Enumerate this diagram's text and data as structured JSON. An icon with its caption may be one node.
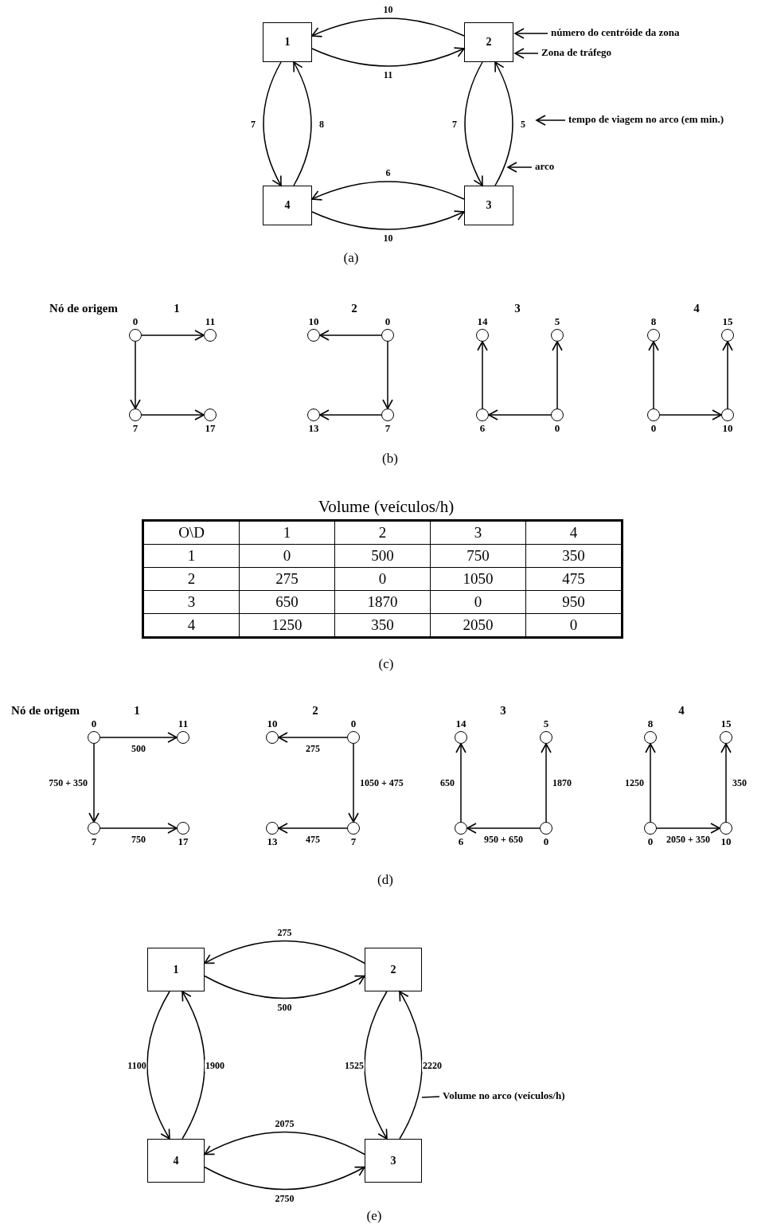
{
  "diagram": {
    "nodes": [
      {
        "text": [
          "1"
        ]
      },
      {
        "text": [
          "2"
        ]
      },
      {
        "text": [
          "3"
        ]
      },
      {
        "text": [
          "4"
        ]
      },
      {
        "text": [
          "número do centróide da zona"
        ]
      },
      {
        "text": [
          "Zona de tráfego"
        ]
      },
      {
        "text": [
          "tempo de viagem no arco (em min.)"
        ]
      },
      {
        "text": [
          "arco"
        ]
      },
      {
        "text": [],
        "shape": "circle",
        "beside": [
          "0"
        ]
      },
      {
        "text": [],
        "shape": "circle",
        "beside": [
          "11"
        ]
      },
      {
        "text": [],
        "shape": "circle",
        "beside": [
          "7"
        ]
      },
      {
        "text": [],
        "shape": "circle",
        "beside": [
          "17"
        ]
      },
      {
        "text": [],
        "shape": "circle",
        "beside": [
          "10"
        ]
      },
      {
        "text": [],
        "shape": "circle",
        "beside": [
          "0"
        ]
      },
      {
        "text": [],
        "shape": "circle",
        "beside": [
          "13"
        ]
      },
      {
        "text": [],
        "shape": "circle",
        "beside": [
          "7"
        ]
      },
      {
        "text": [],
        "shape": "circle",
        "beside": [
          "14"
        ]
      },
      {
        "text": [],
        "shape": "circle",
        "beside": [
          "5"
        ]
      },
      {
        "text": [],
        "shape": "circle",
        "beside": [
          "6"
        ]
      },
      {
        "text": [],
        "shape": "circle",
        "beside": [
          "0"
        ]
      },
      {
        "text": [],
        "shape": "circle",
        "beside": [
          "8"
        ]
      },
      {
        "text": [],
        "shape": "circle",
        "beside": [
          "15"
        ]
      },
      {
        "text": [],
        "shape": "circle",
        "beside": [
          "0"
        ]
      },
      {
        "text": [],
        "shape": "circle",
        "beside": [
          "10"
        ]
      },
      {
        "text": [],
        "shape": "circle",
        "beside": [
          "0"
        ]
      },
      {
        "text": [],
        "shape": "circle",
        "beside": [
          "11"
        ]
      },
      {
        "text": [],
        "shape": "circle",
        "beside": [
          "7"
        ]
      },
      {
        "text": [],
        "shape": "circle",
        "beside": [
          "17"
        ]
      },
      {
        "text": [],
        "shape": "circle",
        "beside": [
          "10"
        ]
      },
      {
        "text": [],
        "shape": "circle",
        "beside": [
          "0"
        ]
      },
      {
        "text": [],
        "shape": "circle",
        "beside": [
          "13"
        ]
      },
      {
        "text": [],
        "shape": "circle",
        "beside": [
          "7"
        ]
      },
      {
        "text": [],
        "shape": "circle",
        "beside": [
          "14"
        ]
      },
      {
        "text": [],
        "shape": "circle",
        "beside": [
          "5"
        ]
      },
      {
        "text": [],
        "shape": "circle",
        "beside": [
          "6"
        ]
      },
      {
        "text": [],
        "shape": "circle",
        "beside": [
          "0"
        ]
      },
      {
        "text": [],
        "shape": "circle",
        "beside": [
          "8"
        ]
      },
      {
        "text": [],
        "shape": "circle",
        "beside": [
          "15"
        ]
      },
      {
        "text": [],
        "shape": "circle",
        "beside": [
          "0"
        ]
      },
      {
        "text": [],
        "shape": "circle",
        "beside": [
          "10"
        ]
      },
      {
        "text": [
          "1"
        ]
      },
      {
        "text": [
          "2"
        ]
      },
      {
        "text": [
          "3"
        ]
      },
      {
        "text": [
          "4"
        ]
      },
      {
        "text": [
          "Volume no arco (veículos/h)"
        ]
      }
    ],
    "edges": [
      {
        "from": 1,
        "to": 0,
        "arrow": "to",
        "label": "10"
      },
      {
        "from": 0,
        "to": 1,
        "arrow": "to",
        "label": "11"
      },
      {
        "from": 0,
        "to": 3,
        "arrow": "to",
        "label": "7"
      },
      {
        "from": 3,
        "to": 0,
        "arrow": "to",
        "label": "8"
      },
      {
        "from": 1,
        "to": 2,
        "arrow": "to",
        "label": "7"
      },
      {
        "from": 2,
        "to": 1,
        "arrow": "to",
        "label": "5"
      },
      {
        "from": 2,
        "to": 3,
        "arrow": "to",
        "label": "6"
      },
      {
        "from": 3,
        "to": 2,
        "arrow": "to",
        "label": "10"
      },
      {
        "from": 4,
        "to": 1,
        "arrow": "to"
      },
      {
        "from": 5,
        "to": 1,
        "arrow": "to"
      },
      {
        "from": 6,
        "to": null,
        "arrow": "to"
      },
      {
        "from": 7,
        "to": null,
        "arrow": "to"
      },
      {
        "from": 8,
        "to": 9,
        "arrow": "to"
      },
      {
        "from": 8,
        "to": 10,
        "arrow": "to"
      },
      {
        "from": 10,
        "to": 11,
        "arrow": "to"
      },
      {
        "from": 13,
        "to": 12,
        "arrow": "to"
      },
      {
        "from": 13,
        "to": 15,
        "arrow": "to"
      },
      {
        "from": 15,
        "to": 14,
        "arrow": "to"
      },
      {
        "from": 19,
        "to": 18,
        "arrow": "to"
      },
      {
        "from": 18,
        "to": 16,
        "arrow": "to"
      },
      {
        "from": 19,
        "to": 17,
        "arrow": "to"
      },
      {
        "from": 22,
        "to": 20,
        "arrow": "to"
      },
      {
        "from": 22,
        "to": 23,
        "arrow": "to"
      },
      {
        "from": 23,
        "to": 21,
        "arrow": "to"
      },
      {
        "from": 24,
        "to": 25,
        "arrow": "to",
        "label": "500"
      },
      {
        "from": 24,
        "to": 26,
        "arrow": "to",
        "label": "750 + 350"
      },
      {
        "from": 26,
        "to": 27,
        "arrow": "to",
        "label": "750"
      },
      {
        "from": 29,
        "to": 28,
        "arrow": "to",
        "label": "275"
      },
      {
        "from": 29,
        "to": 31,
        "arrow": "to",
        "label": "1050 + 475"
      },
      {
        "from": 31,
        "to": 30,
        "arrow": "to",
        "label": "475"
      },
      {
        "from": 35,
        "to": 34,
        "arrow": "to",
        "label": "950 + 650"
      },
      {
        "from": 34,
        "to": 32,
        "arrow": "to",
        "label": "650"
      },
      {
        "from": 35,
        "to": 33,
        "arrow": "to",
        "label": "1870"
      },
      {
        "from": 38,
        "to": 36,
        "arrow": "to",
        "label": "1250"
      },
      {
        "from": 38,
        "to": 39,
        "arrow": "to",
        "label": "2050 + 350"
      },
      {
        "from": 39,
        "to": 37,
        "arrow": "to",
        "label": "350"
      },
      {
        "from": 41,
        "to": 40,
        "arrow": "to",
        "label": "275"
      },
      {
        "from": 40,
        "to": 41,
        "arrow": "to",
        "label": "500"
      },
      {
        "from": 40,
        "to": 43,
        "arrow": "to",
        "label": "1100"
      },
      {
        "from": 43,
        "to": 40,
        "arrow": "to",
        "label": "1900"
      },
      {
        "from": 41,
        "to": 42,
        "arrow": "to",
        "label": "1525"
      },
      {
        "from": 42,
        "to": 41,
        "arrow": "to",
        "label": "2220"
      },
      {
        "from": 42,
        "to": 43,
        "arrow": "to",
        "label": "2075"
      },
      {
        "from": 43,
        "to": 42,
        "arrow": "to",
        "label": "2750"
      },
      {
        "from": 44,
        "to": null,
        "arrow": "none"
      }
    ],
    "labels": [
      "(a)",
      "Nó de origem",
      "1",
      "2",
      "3",
      "4",
      "(b)",
      "Volume (veículos/h)",
      "O\\D",
      "1",
      "2",
      "3",
      "4",
      "1",
      "0",
      "500",
      "750",
      "350",
      "2",
      "275",
      "0",
      "1050",
      "475",
      "3",
      "650",
      "1870",
      "0",
      "950",
      "4",
      "1250",
      "350",
      "2050",
      "0",
      "(c)",
      "Nó de origem",
      "1",
      "2",
      "3",
      "4",
      "(d)",
      "(e)"
    ]
  }
}
